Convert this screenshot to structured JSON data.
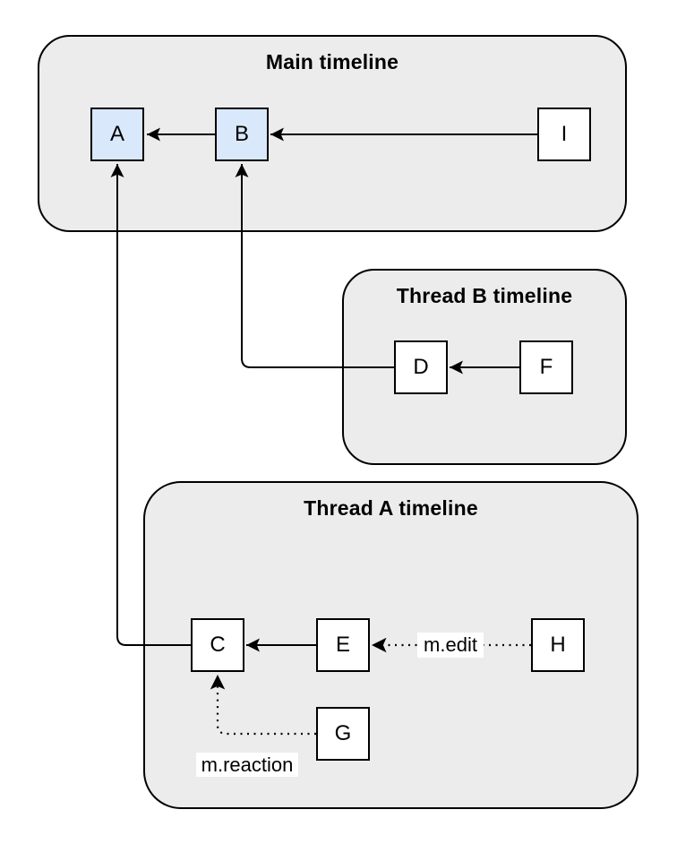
{
  "diagram": {
    "containers": [
      {
        "id": "main",
        "title": "Main timeline"
      },
      {
        "id": "thread-b",
        "title": "Thread B timeline"
      },
      {
        "id": "thread-a",
        "title": "Thread A timeline"
      }
    ],
    "nodes": [
      {
        "id": "A",
        "label": "A",
        "timeline": "main",
        "highlighted": true
      },
      {
        "id": "B",
        "label": "B",
        "timeline": "main",
        "highlighted": true
      },
      {
        "id": "I",
        "label": "I",
        "timeline": "main",
        "highlighted": false
      },
      {
        "id": "D",
        "label": "D",
        "timeline": "thread-b",
        "highlighted": false
      },
      {
        "id": "F",
        "label": "F",
        "timeline": "thread-b",
        "highlighted": false
      },
      {
        "id": "C",
        "label": "C",
        "timeline": "thread-a",
        "highlighted": false
      },
      {
        "id": "E",
        "label": "E",
        "timeline": "thread-a",
        "highlighted": false
      },
      {
        "id": "H",
        "label": "H",
        "timeline": "thread-a",
        "highlighted": false
      },
      {
        "id": "G",
        "label": "G",
        "timeline": "thread-a",
        "highlighted": false
      }
    ],
    "edges": [
      {
        "from": "I",
        "to": "B",
        "style": "solid",
        "label": ""
      },
      {
        "from": "B",
        "to": "A",
        "style": "solid",
        "label": ""
      },
      {
        "from": "F",
        "to": "D",
        "style": "solid",
        "label": ""
      },
      {
        "from": "D",
        "to": "B",
        "style": "solid",
        "label": ""
      },
      {
        "from": "E",
        "to": "C",
        "style": "solid",
        "label": ""
      },
      {
        "from": "C",
        "to": "A",
        "style": "solid",
        "label": ""
      },
      {
        "from": "H",
        "to": "E",
        "style": "dotted",
        "label": "m.edit"
      },
      {
        "from": "G",
        "to": "C",
        "style": "dotted",
        "label": "m.reaction"
      }
    ],
    "colors": {
      "container_fill": "#ececec",
      "container_stroke": "#000000",
      "node_fill": "#ffffff",
      "node_fill_highlighted": "#dae8fc",
      "node_stroke": "#000000",
      "edge_stroke": "#000000",
      "label_background": "#ffffff"
    }
  }
}
